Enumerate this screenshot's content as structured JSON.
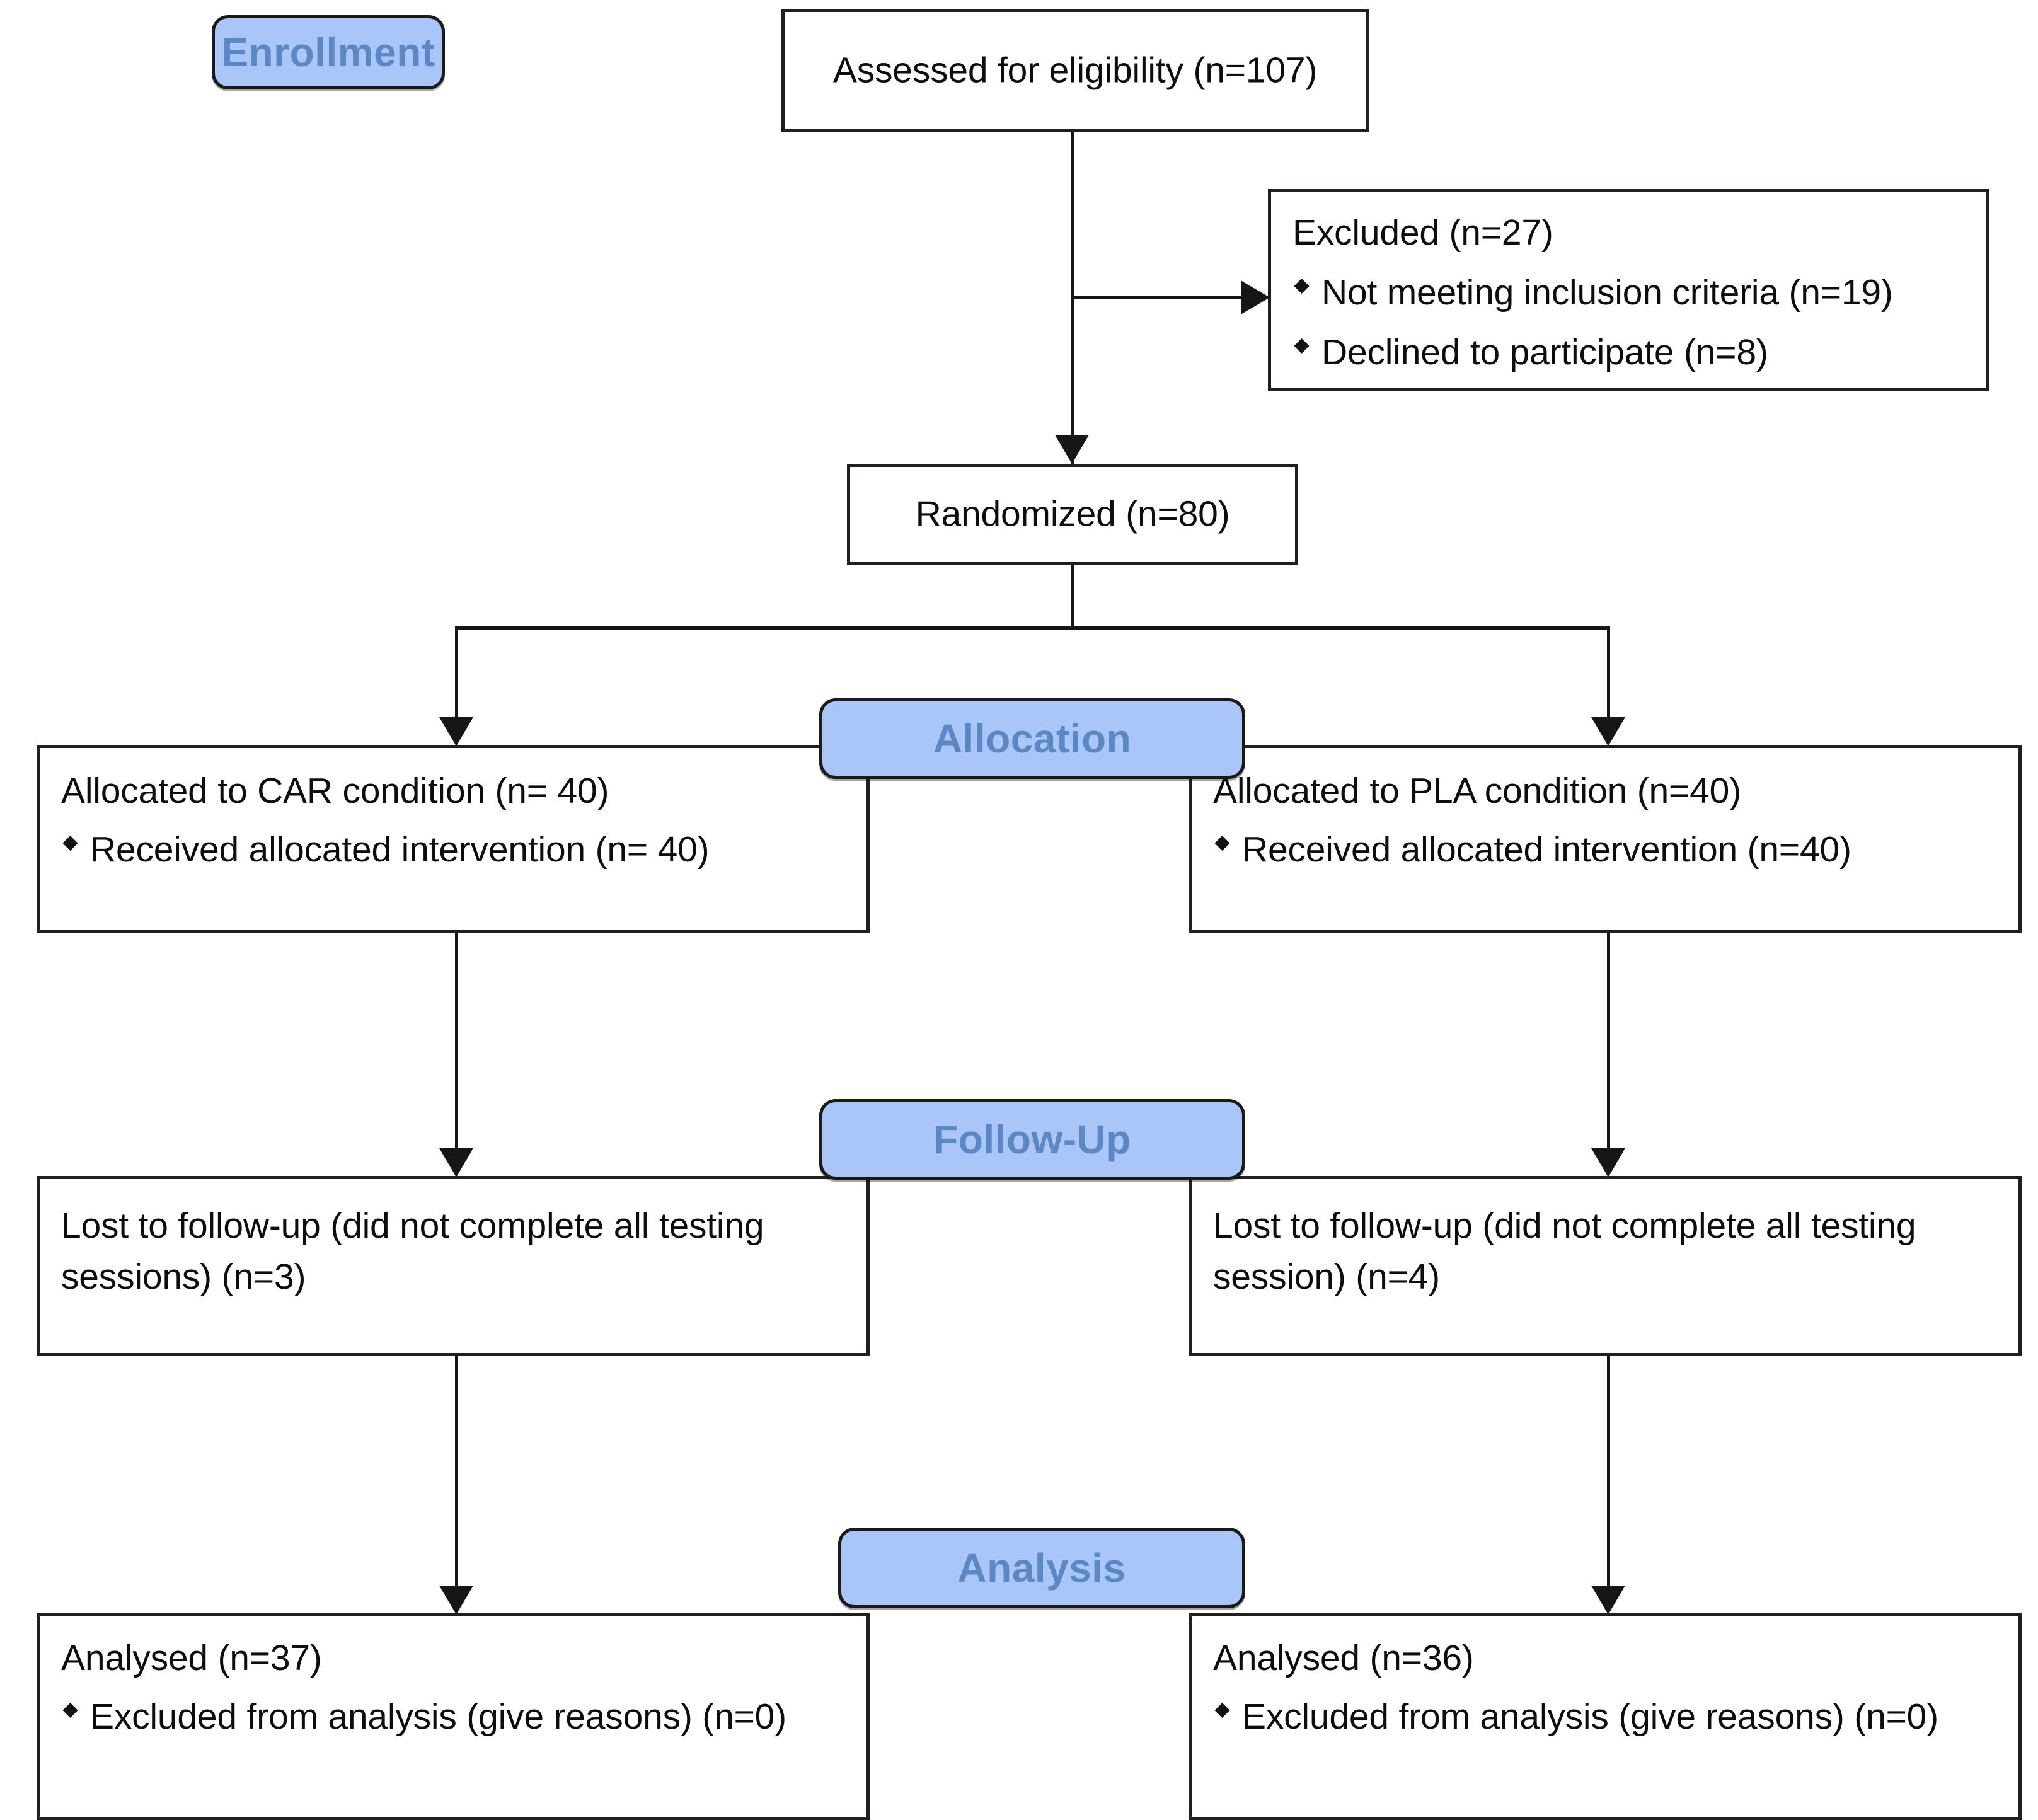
{
  "diagram": {
    "type": "CONSORT participant flow diagram",
    "stage_labels": [
      {
        "id": "enrollment",
        "label": "Enrollment"
      },
      {
        "id": "allocation",
        "label": "Allocation"
      },
      {
        "id": "follow_up",
        "label": "Follow-Up"
      },
      {
        "id": "analysis",
        "label": "Analysis"
      }
    ],
    "colors": {
      "stage_label_fill": "#aac5f7",
      "stage_label_text": "#5b87c4",
      "box_border": "#231f20",
      "box_fill": "#ffffff",
      "line": "#161616",
      "body_text": "#0d0d0d"
    },
    "enrollment": {
      "assessed": {
        "title": "Assessed for eligibility (n=107)"
      },
      "excluded": {
        "title": "Excluded (n=27)",
        "reasons": [
          "Not meeting inclusion criteria (n=19)",
          "Declined to participate (n=8)"
        ]
      },
      "randomized": {
        "title": "Randomized (n=80)"
      }
    },
    "allocation": {
      "left": {
        "title": "Allocated to CAR condition (n= 40)",
        "items": [
          "Received allocated intervention (n= 40)"
        ]
      },
      "right": {
        "title": "Allocated to PLA condition (n=40)",
        "items": [
          "Received allocated intervention (n=40)"
        ]
      }
    },
    "follow_up": {
      "left": {
        "title": "Lost to follow-up (did not complete all testing sessions) (n=3)"
      },
      "right": {
        "title": "Lost to follow-up (did not complete all testing session) (n=4)"
      }
    },
    "analysis": {
      "left": {
        "title": "Analysed (n=37)",
        "items": [
          "Excluded from analysis (give reasons) (n=0)"
        ]
      },
      "right": {
        "title": "Analysed (n=36)",
        "items": [
          "Excluded from analysis (give reasons) (n=0)"
        ]
      }
    }
  }
}
